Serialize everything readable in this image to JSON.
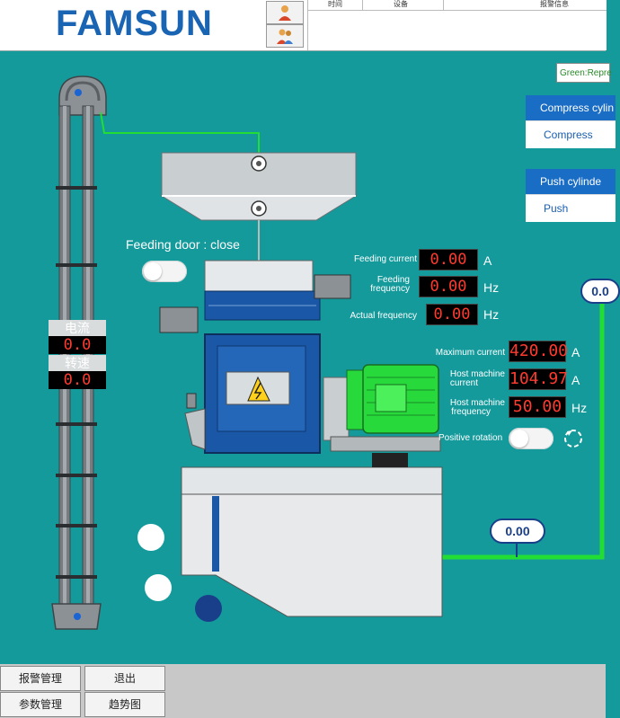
{
  "header": {
    "logo": "FAMSUN",
    "user_icons": [
      "user-icon",
      "users-icon"
    ],
    "alarm_table": {
      "columns": [
        "时间",
        "设备",
        "报警信息"
      ]
    }
  },
  "legend_text": "Green:Repre",
  "cylinders": [
    {
      "title": "Compress cylin",
      "action": "Compress"
    },
    {
      "title": "Push cylinde",
      "action": "Push"
    }
  ],
  "feeding_door": "Feeding door : close",
  "readings": {
    "feeding_current": {
      "label": "Feeding current",
      "value": "0.00",
      "unit": "A"
    },
    "feeding_frequency": {
      "label1": "Feeding",
      "label2": "frequency",
      "value": "0.00",
      "unit": "Hz"
    },
    "actual_frequency": {
      "label": "Actual frequency",
      "value": "0.00",
      "unit": "Hz"
    },
    "max_current": {
      "label": "Maximum current",
      "value": "420.00",
      "unit": "A"
    },
    "host_current": {
      "label1": "Host machine",
      "label2": "current",
      "value": "104.97",
      "unit": "A"
    },
    "host_frequency": {
      "label1": "Host machine",
      "label2": "frequency",
      "value": "50.00",
      "unit": "Hz"
    },
    "positive_rotation": "Positive rotation"
  },
  "elevator": {
    "current_label": "电流",
    "current_value": "0.0",
    "speed_label": "转速",
    "speed_value": "0.0"
  },
  "flow_values": {
    "right_top": "0.0",
    "right_bottom": "0.00"
  },
  "colors": {
    "background": "#159a9c",
    "pipe_green": "#22dd33",
    "logo_blue": "#1a64b4",
    "led_red": "#ff3b30",
    "motor_green": "#27d93a",
    "crusher_blue": "#1a57a6"
  },
  "toolbar": {
    "alarm_mgmt": "报警管理",
    "exit": "退出",
    "param_mgmt": "参数管理",
    "trend": "趋势图"
  }
}
